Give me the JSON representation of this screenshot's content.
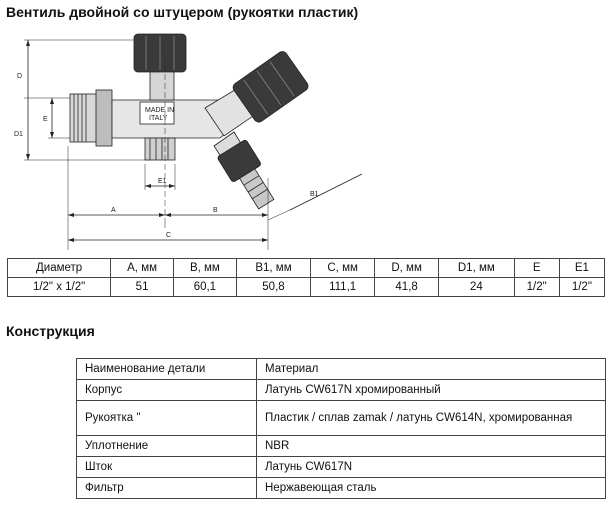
{
  "page": {
    "title": "Вентиль двойной со штуцером (рукоятки пластик)",
    "section_title": "Конструкция"
  },
  "drawing": {
    "dim_labels": {
      "D": "D",
      "E": "E",
      "D1": "D1",
      "E1": "E1",
      "A": "A",
      "B": "B",
      "B1": "B1",
      "C": "C"
    },
    "stamp_line1": "MADE IN",
    "stamp_line2": "ITALY"
  },
  "dimensions": {
    "headers": [
      "Диаметр",
      "A, мм",
      "B, мм",
      "B1, мм",
      "C, мм",
      "D, мм",
      "D1, мм",
      "E",
      "E1"
    ],
    "row": [
      "1/2\" x 1/2\"",
      "51",
      "60,1",
      "50,8",
      "111,1",
      "41,8",
      "24",
      "1/2\"",
      "1/2\""
    ]
  },
  "construction": {
    "header": {
      "part": "Наименование детали",
      "material": "Материал"
    },
    "rows": [
      {
        "part": "Корпус",
        "material": "Латунь CW617N хромированный"
      },
      {
        "part": "Рукоятка \"",
        "material": "Пластик / сплав zamak / латунь CW614N, хромированная"
      },
      {
        "part": "Уплотнение",
        "material": "NBR"
      },
      {
        "part": "Шток",
        "material": "Латунь CW617N"
      },
      {
        "part": "Фильтр",
        "material": "Нержавеющая сталь"
      }
    ]
  }
}
